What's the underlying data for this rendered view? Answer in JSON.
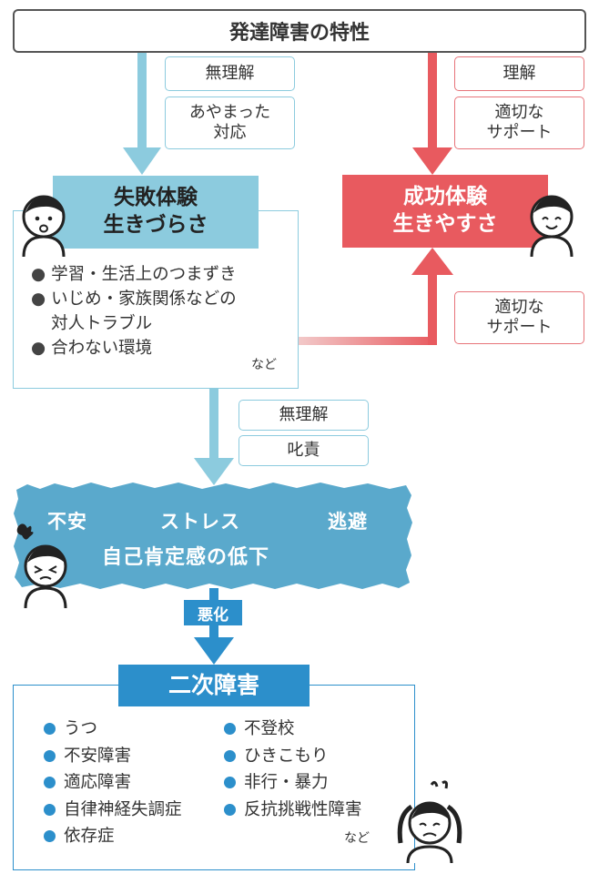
{
  "title": "発達障害の特性",
  "left_labels": [
    "無理解",
    "あやまった\n対応"
  ],
  "right_labels": [
    "理解",
    "適切な\nサポート"
  ],
  "mid_right_label": "適切な\nサポート",
  "failure": {
    "heading": "失敗体験\n生きづらさ",
    "items": [
      "学習・生活上のつまずき",
      "いじめ・家族関係などの\n対人トラブル",
      "合わない環境"
    ],
    "etc": "など"
  },
  "success": {
    "heading": "成功体験\n生きやすさ"
  },
  "lower_labels": [
    "無理解",
    "叱責"
  ],
  "stress": {
    "words": [
      "不安",
      "ストレス",
      "逃避"
    ],
    "line2": "自己肯定感の低下"
  },
  "worsen_label": "悪化",
  "secondary": {
    "heading": "二次障害",
    "left_items": [
      "うつ",
      "不安障害",
      "適応障害",
      "自律神経失調症",
      "依存症"
    ],
    "right_items": [
      "不登校",
      "ひきこもり",
      "非行・暴力",
      "反抗挑戦性障害"
    ],
    "etc": "など"
  },
  "colors": {
    "light_blue": "#8ccbde",
    "red": "#e85a5f",
    "blue": "#2c8fcb",
    "stress_bg": "#5aa9cc"
  }
}
